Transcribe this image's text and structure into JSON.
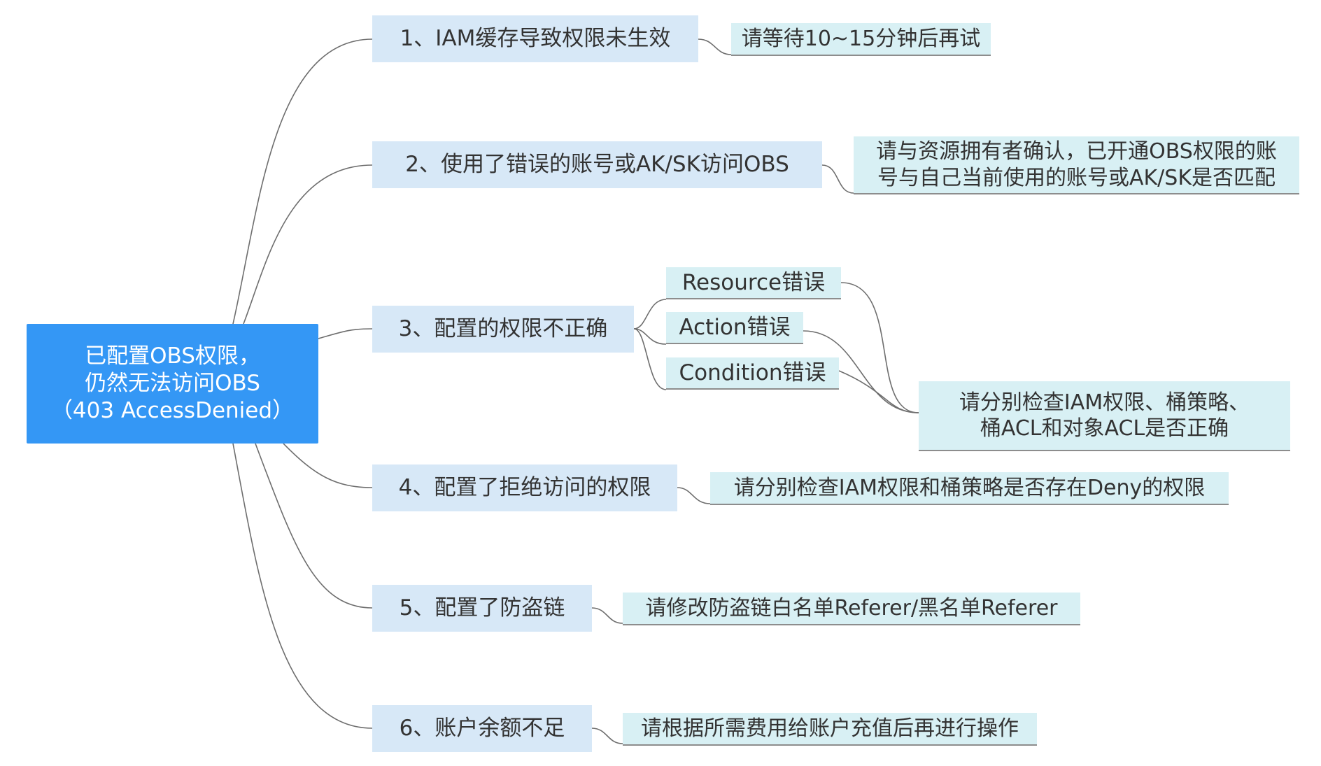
{
  "root": {
    "lines": [
      "已配置OBS权限，",
      "仍然无法访问OBS",
      "（403 AccessDenied）"
    ]
  },
  "causes": [
    {
      "label": "1、IAM缓存导致权限未生效",
      "solution": "请等待10~15分钟后再试"
    },
    {
      "label": "2、使用了错误的账号或AK/SK访问OBS",
      "solution_lines": [
        "请与资源拥有者确认，已开通OBS权限的账",
        "号与自己当前使用的账号或AK/SK是否匹配"
      ]
    },
    {
      "label": "3、配置的权限不正确",
      "subs": [
        "Resource错误",
        "Action错误",
        "Condition错误"
      ],
      "solution_lines": [
        "请分别检查IAM权限、桶策略、",
        "桶ACL和对象ACL是否正确"
      ]
    },
    {
      "label": "4、配置了拒绝访问的权限",
      "solution": "请分别检查IAM权限和桶策略是否存在Deny的权限"
    },
    {
      "label": "5、配置了防盗链",
      "solution": "请修改防盗链白名单Referer/黑名单Referer"
    },
    {
      "label": "6、账户余额不足",
      "solution": "请根据所需费用给账户充值后再进行操作"
    }
  ],
  "colors": {
    "root_fill": "#3497f5",
    "cause_fill": "#d7e8f7",
    "leaf_fill": "#d8f0f4",
    "connector": "#6e6e6e",
    "text": "#333333"
  }
}
